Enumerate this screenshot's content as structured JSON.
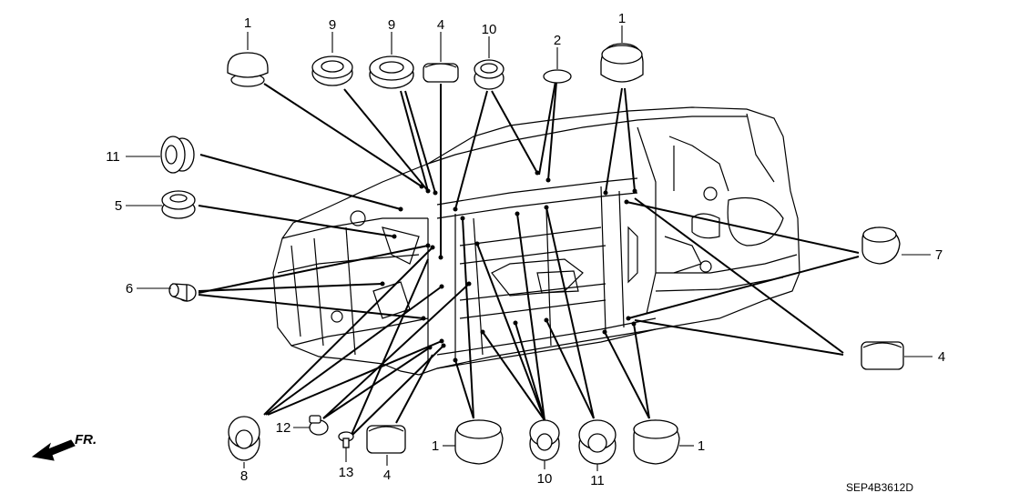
{
  "diagram": {
    "callouts": [
      {
        "id": "c1-top",
        "label": "1"
      },
      {
        "id": "c9-a",
        "label": "9"
      },
      {
        "id": "c9-b",
        "label": "9"
      },
      {
        "id": "c4-top",
        "label": "4"
      },
      {
        "id": "c10-top",
        "label": "10"
      },
      {
        "id": "c2",
        "label": "2"
      },
      {
        "id": "c1-top-right",
        "label": "1"
      },
      {
        "id": "c11-left",
        "label": "11"
      },
      {
        "id": "c5",
        "label": "5"
      },
      {
        "id": "c6",
        "label": "6"
      },
      {
        "id": "c7",
        "label": "7"
      },
      {
        "id": "c4-right",
        "label": "4"
      },
      {
        "id": "c8",
        "label": "8"
      },
      {
        "id": "c12",
        "label": "12"
      },
      {
        "id": "c13",
        "label": "13"
      },
      {
        "id": "c4-bottom",
        "label": "4"
      },
      {
        "id": "c1-bottom-left",
        "label": "1"
      },
      {
        "id": "c10-bottom",
        "label": "10"
      },
      {
        "id": "c11-bottom",
        "label": "11"
      },
      {
        "id": "c1-bottom-right",
        "label": "1"
      }
    ],
    "front_arrow_label": "FR.",
    "diagram_code": "SEP4B3612D"
  }
}
